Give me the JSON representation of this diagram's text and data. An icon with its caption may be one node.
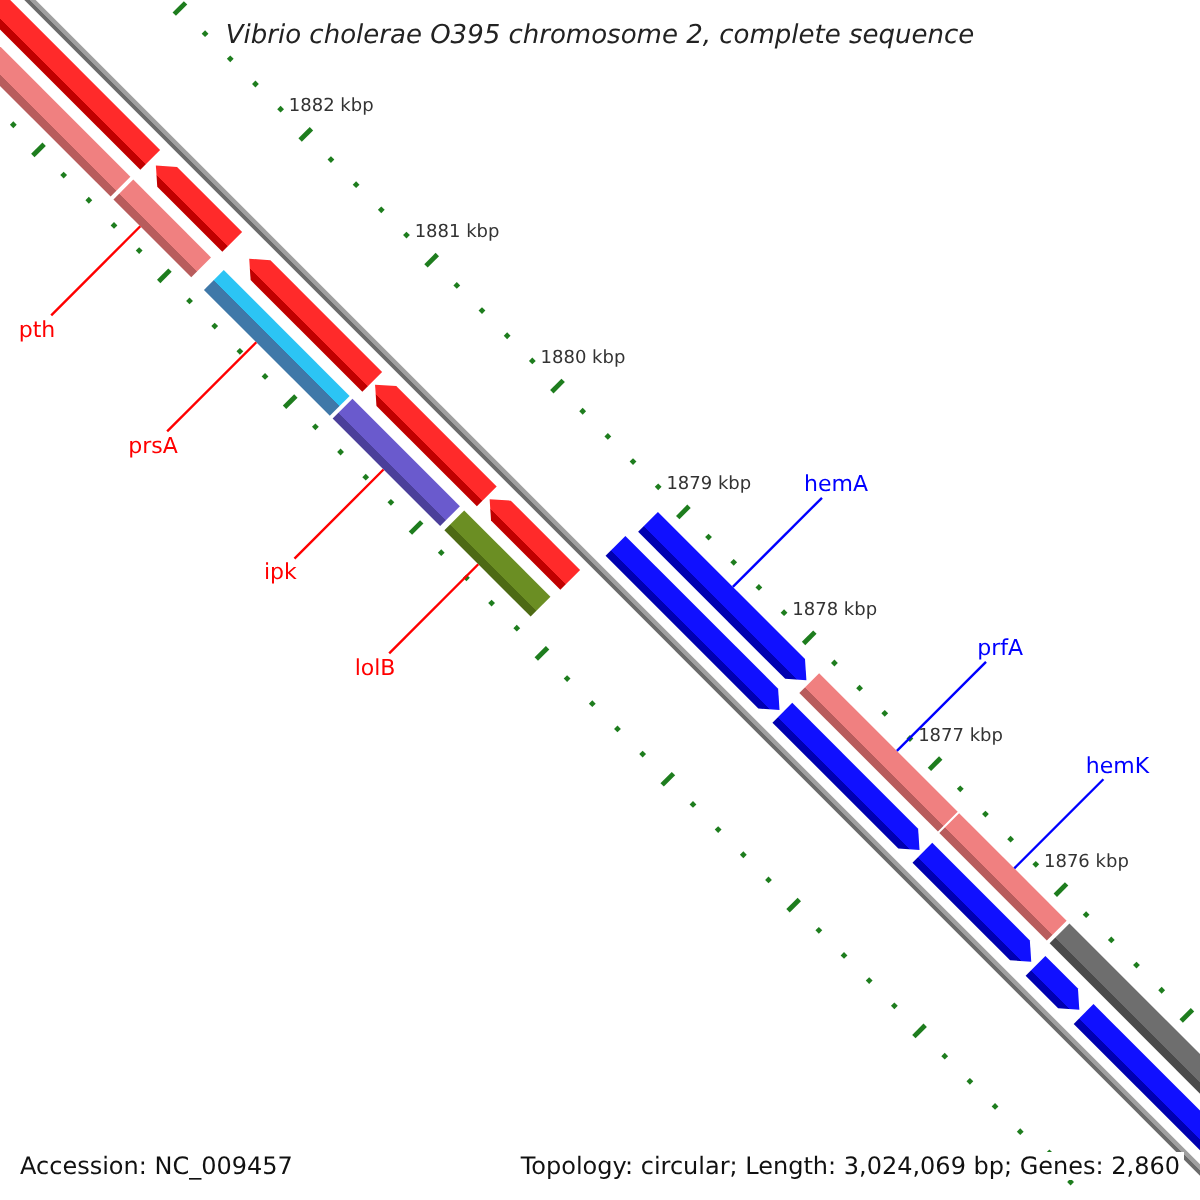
{
  "diagram": {
    "title": "Vibrio cholerae O395 chromosome 2, complete sequence",
    "nodes": [
      {
        "text": [
          "pth"
        ]
      },
      {
        "text": [
          "prsA"
        ]
      },
      {
        "text": [
          "ipk"
        ]
      },
      {
        "text": [
          "lolB"
        ]
      },
      {
        "text": [
          "hemA"
        ]
      },
      {
        "text": [
          "prfA"
        ]
      },
      {
        "text": [
          "hemK"
        ]
      },
      {
        "text": [],
        "shape": "bar"
      },
      {
        "text": [],
        "shape": "bar"
      },
      {
        "text": [],
        "shape": "bar"
      },
      {
        "text": [],
        "shape": "bar"
      },
      {
        "text": [],
        "shape": "arrow"
      },
      {
        "text": [],
        "shape": "bar"
      },
      {
        "text": [],
        "shape": "bar"
      }
    ],
    "edges": [
      {
        "from": 0,
        "to": 7,
        "arrow": "none"
      },
      {
        "from": 1,
        "to": 8,
        "arrow": "none"
      },
      {
        "from": 2,
        "to": 9,
        "arrow": "none"
      },
      {
        "from": 3,
        "to": 10,
        "arrow": "none"
      },
      {
        "from": 4,
        "to": 11,
        "arrow": "none",
        "color": "#0000ff"
      },
      {
        "from": 5,
        "to": 12,
        "arrow": "none",
        "color": "#0000ff"
      },
      {
        "from": 6,
        "to": 13,
        "arrow": "none",
        "color": "#0000ff"
      }
    ],
    "labels": [
      "1882 kbp",
      "1881 kbp",
      "1880 kbp",
      "1879 kbp",
      "1878 kbp",
      "1877 kbp",
      "1876 kbp",
      "Accession: NC_009457",
      "Topology: circular; Length: 3,024,069 bp; Genes: 2,860"
    ]
  }
}
